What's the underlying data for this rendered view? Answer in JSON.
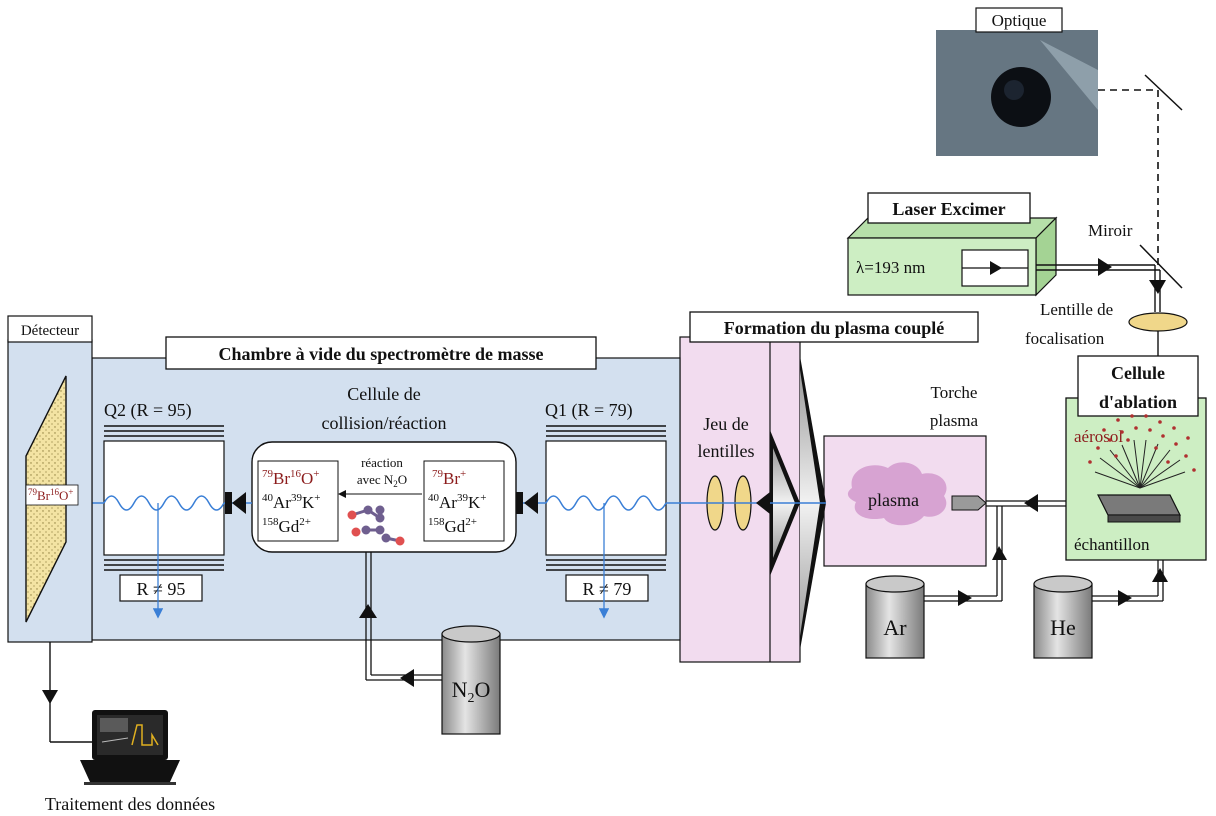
{
  "optique": {
    "label": "Optique"
  },
  "laser": {
    "title": "Laser Excimer",
    "wavelength": "λ=193 nm"
  },
  "miroir": {
    "label": "Miroir"
  },
  "lentille": {
    "line1": "Lentille de",
    "line2": "focalisation"
  },
  "ablation": {
    "title_line1": "Cellule",
    "title_line2": "d'ablation",
    "aerosol": "aérosol",
    "sample": "échantillon"
  },
  "plasma_formation": {
    "title": "Formation du plasma couplé"
  },
  "torche": {
    "line1": "Torche",
    "line2": "plasma",
    "plasma": "plasma"
  },
  "lenses": {
    "line1": "Jeu de",
    "line2": "lentilles"
  },
  "chamber": {
    "title": "Chambre à vide du spectromètre de masse"
  },
  "q1": {
    "label": "Q1  (R = 79)",
    "reject": "R ≠ 79"
  },
  "q2": {
    "label": "Q2  (R = 95)",
    "reject": "R ≠ 95"
  },
  "cell": {
    "line1": "Cellule de",
    "line2": "collision/réaction",
    "reaction1": "réaction",
    "reaction2": "avec N",
    "reaction2_sub": "2",
    "reaction2_end": "O"
  },
  "ions_in": {
    "br_sup": "79",
    "br": "Br",
    "br_charge": "+",
    "ar_sup": "40",
    "ar": "Ar",
    "k_sup": "39",
    "k": "K",
    "k_charge": "+",
    "gd_sup": "158",
    "gd": "Gd",
    "gd_charge": "2+"
  },
  "ions_out": {
    "br_sup": "79",
    "br": "Br",
    "o_sup": "16",
    "o": "O",
    "o_charge": "+",
    "ar_sup": "40",
    "ar": "Ar",
    "k_sup": "39",
    "k": "K",
    "k_charge": "+",
    "gd_sup": "158",
    "gd": "Gd",
    "gd_charge": "2+"
  },
  "detector": {
    "title": "Détecteur",
    "ion_br_sup": "79",
    "ion_br": "Br",
    "ion_o_sup": "16",
    "ion_o": "O",
    "ion_charge": "+"
  },
  "gases": {
    "ar": "Ar",
    "he": "He",
    "n2o_n": "N",
    "n2o_sub": "2",
    "n2o_o": "O"
  },
  "data_processing": {
    "label": "Traitement des données"
  },
  "colors": {
    "chamber": "#d3e0ef",
    "plasma_box": "#f2dcef",
    "laser_box": "#cdeec3",
    "lens": "#f0d78a",
    "ion_red": "#8c1c1c",
    "beam": "#3a7fd6"
  }
}
